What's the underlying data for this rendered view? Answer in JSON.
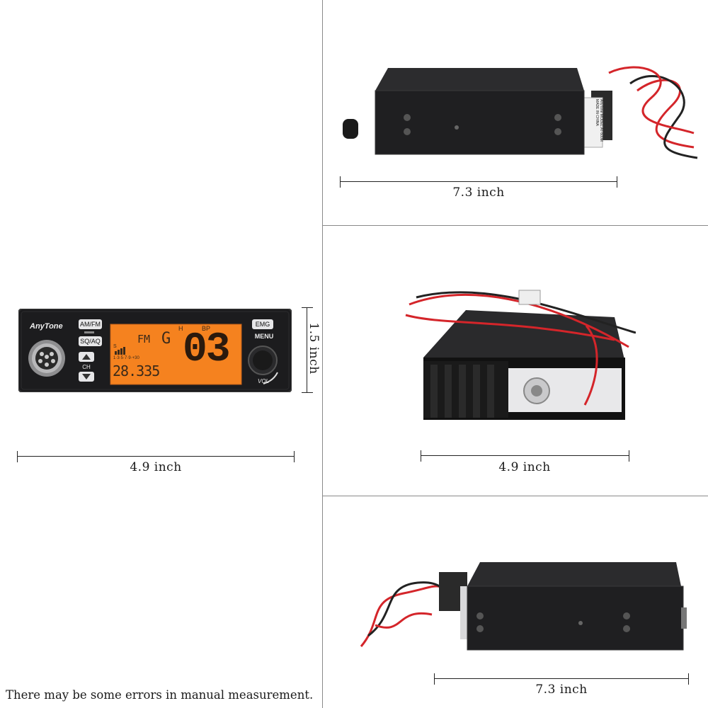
{
  "front_view": {
    "brand": "AnyTone",
    "buttons": {
      "am_fm": "AM/FM",
      "sq_aq": "SQ/AQ",
      "emg": "EMG",
      "ch": "CH"
    },
    "knob_labels": {
      "menu": "MENU",
      "vol": "VOL"
    },
    "display": {
      "mode": "FM",
      "g": "G",
      "h": "H",
      "bp": "BP",
      "channel": "03",
      "frequency": "28.335",
      "signal": "S",
      "scale": "1·3·5·7·9·+30"
    },
    "width_label": "4.9 inch",
    "height_label": "1.5 inch"
  },
  "top_panel": {
    "dimension_label": "7.3 inch",
    "sticker": "AnyTone MODEL:AT-500M MADE IN CHINA"
  },
  "middle_panel": {
    "dimension_label": "4.9 inch"
  },
  "bottom_panel": {
    "dimension_label": "7.3 inch"
  },
  "footer": {
    "note": "There may be some errors in manual measurement."
  },
  "colors": {
    "lcd_orange": "#f5821f",
    "body_black": "#1c1c1e",
    "wire_red": "#d4252a"
  }
}
